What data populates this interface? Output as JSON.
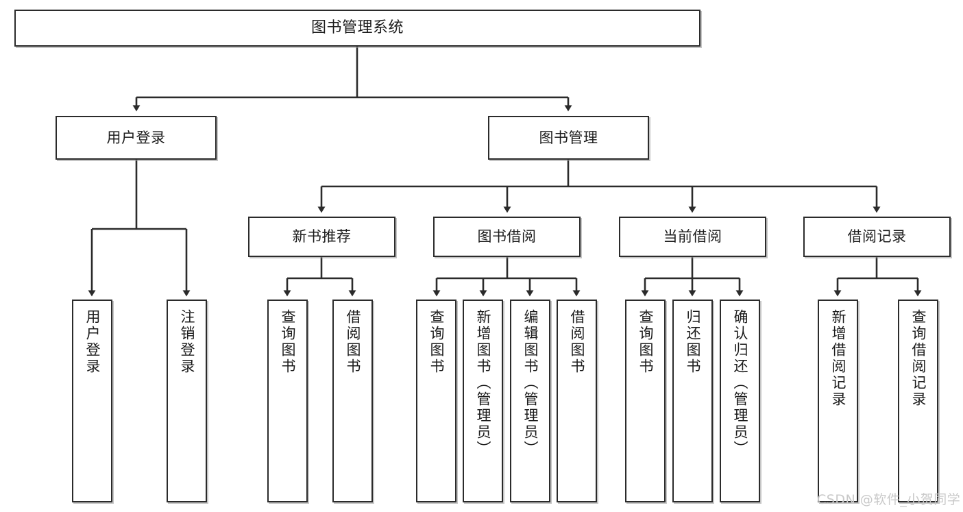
{
  "diagram": {
    "title": "图书管理系统",
    "type": "tree-hierarchy-diagram",
    "watermark": "CSDN @软件_小贺同学",
    "levels": {
      "root": {
        "label": "图书管理系统"
      },
      "level2": [
        {
          "label": "用户登录"
        },
        {
          "label": "图书管理"
        }
      ],
      "level3": [
        {
          "label": "新书推荐"
        },
        {
          "label": "图书借阅"
        },
        {
          "label": "当前借阅"
        },
        {
          "label": "借阅记录"
        }
      ],
      "leaves": {
        "user_login": [
          {
            "label": "用户登录"
          },
          {
            "label": "注销登录"
          }
        ],
        "new_book_recommend": [
          {
            "label": "查询图书"
          },
          {
            "label": "借阅图书"
          }
        ],
        "book_borrow": [
          {
            "label": "查询图书"
          },
          {
            "label": "新增图书（管理员）"
          },
          {
            "label": "编辑图书（管理员）"
          },
          {
            "label": "借阅图书"
          }
        ],
        "current_borrow": [
          {
            "label": "查询图书"
          },
          {
            "label": "归还图书"
          },
          {
            "label": "确认归还（管理员）"
          }
        ],
        "borrow_record": [
          {
            "label": "新增借阅记录"
          },
          {
            "label": "查询借阅记录"
          }
        ]
      }
    },
    "colors": {
      "stroke": "#2b2b2b",
      "fill": "#ffffff",
      "text": "#1c1c1c",
      "watermark": "#c9c9c9"
    }
  }
}
